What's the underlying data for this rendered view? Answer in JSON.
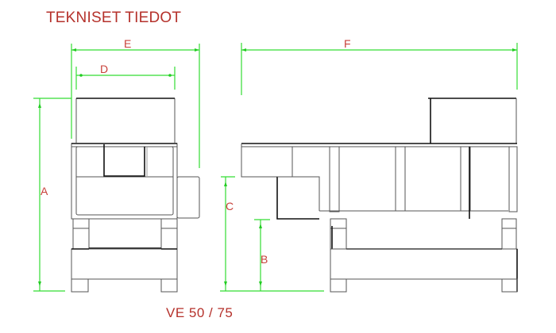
{
  "title": "TEKNISET TIEDOT",
  "model": "VE 50 / 75",
  "dimensions": {
    "A": "A",
    "B": "B",
    "C": "C",
    "D": "D",
    "E": "E",
    "F": "F"
  },
  "colors": {
    "text": "#b5312b",
    "dimension_lines": "#33dd33",
    "machine_lines": "#555555"
  },
  "views": {
    "end_view": "end-view",
    "side_view": "side-view"
  }
}
